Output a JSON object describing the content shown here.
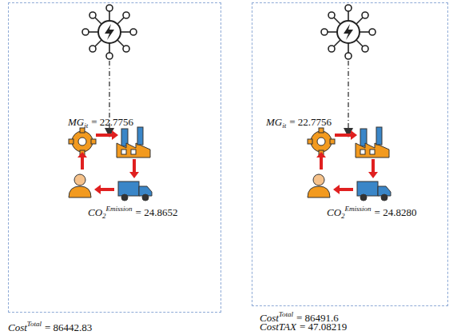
{
  "diagram": {
    "nodes": [
      {
        "text": [
          "MG",
          "it",
          "= 22.7756",
          "CO",
          "2",
          "Emission",
          "= 24.8652",
          "Cost",
          "Total",
          "= 86442.83"
        ]
      },
      {
        "text": [
          "MG",
          "it",
          "= 22.7756",
          "CO",
          "2",
          "Emission",
          "= 24.8280",
          "Cost",
          "Total",
          "= 86491.6",
          "CostTAX",
          "= 47.08219"
        ]
      }
    ]
  }
}
